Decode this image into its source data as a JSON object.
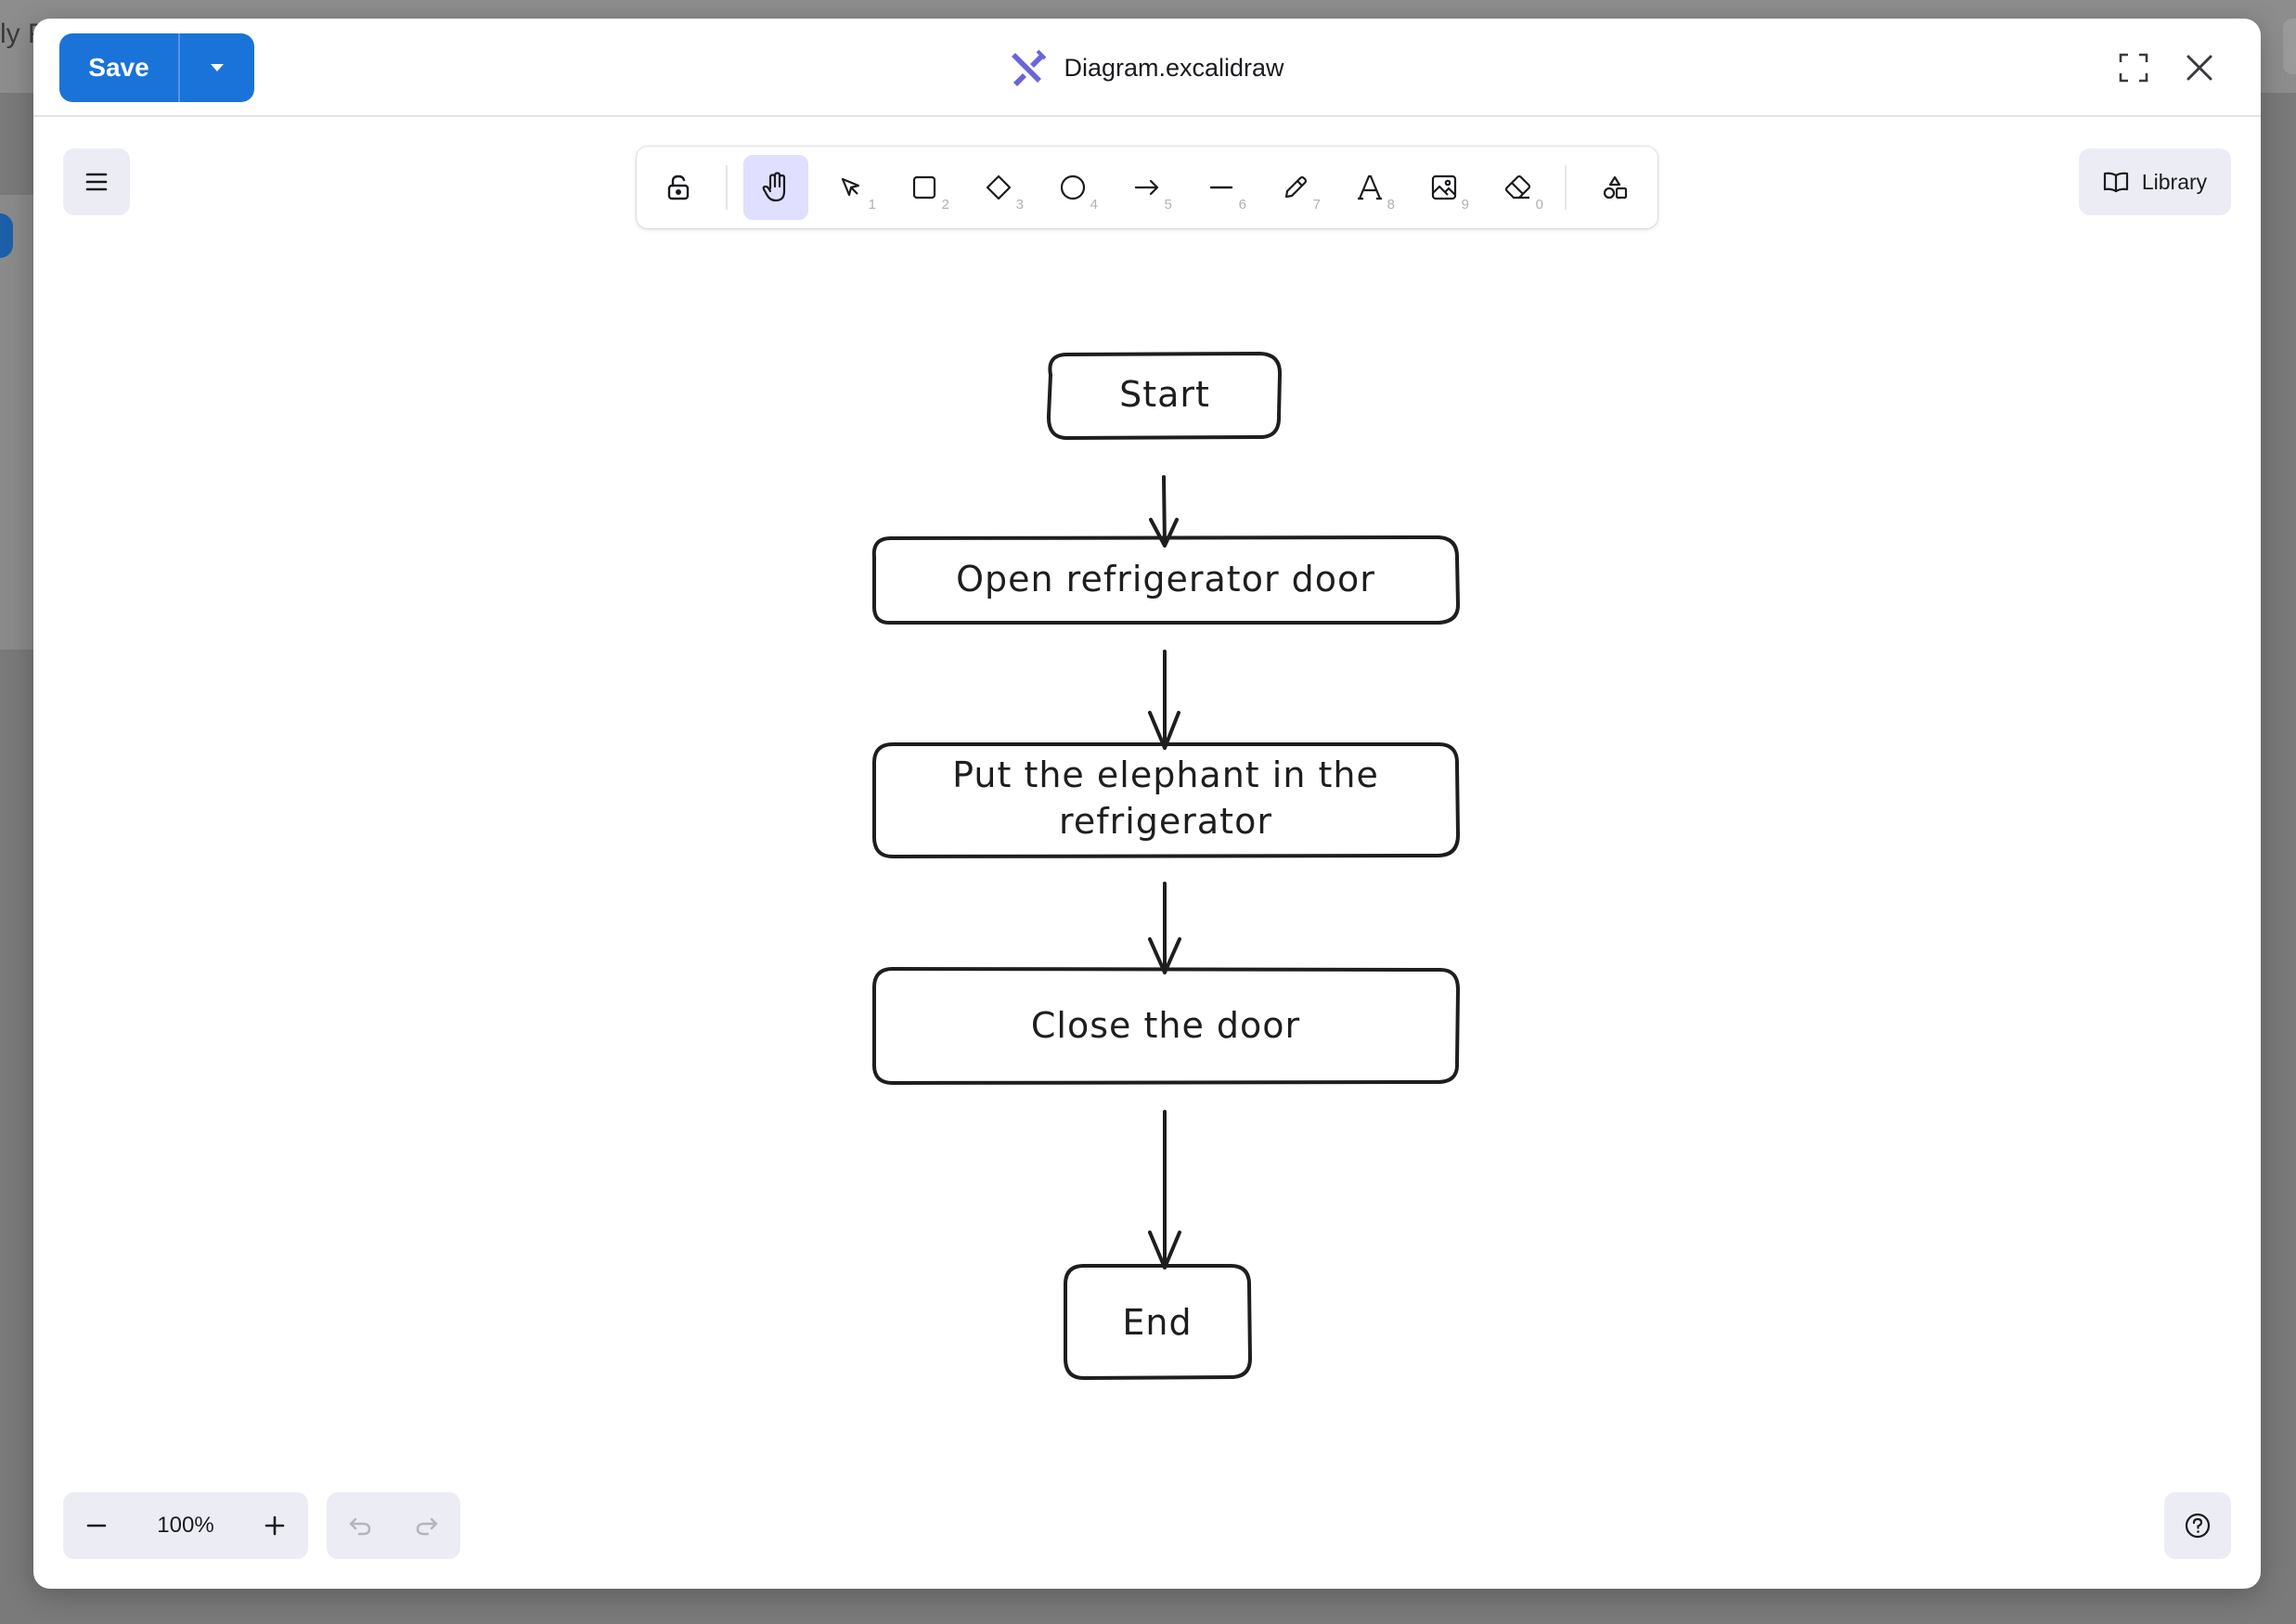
{
  "background": {
    "partial_text": "ly F"
  },
  "header": {
    "save_label": "Save",
    "file_title": "Diagram.excalidraw"
  },
  "toolbar": {
    "tools": [
      {
        "name": "hand",
        "key": ""
      },
      {
        "name": "selection",
        "key": "1"
      },
      {
        "name": "rectangle",
        "key": "2"
      },
      {
        "name": "diamond",
        "key": "3"
      },
      {
        "name": "ellipse",
        "key": "4"
      },
      {
        "name": "arrow",
        "key": "5"
      },
      {
        "name": "line",
        "key": "6"
      },
      {
        "name": "draw",
        "key": "7"
      },
      {
        "name": "text",
        "key": "8"
      },
      {
        "name": "image",
        "key": "9"
      },
      {
        "name": "eraser",
        "key": "0"
      }
    ],
    "active_tool": "hand",
    "library_label": "Library"
  },
  "diagram": {
    "nodes": [
      {
        "id": "start",
        "lines": [
          "Start"
        ]
      },
      {
        "id": "open",
        "lines": [
          "Open refrigerator door"
        ]
      },
      {
        "id": "put",
        "lines": [
          "Put the elephant in the",
          "refrigerator"
        ]
      },
      {
        "id": "close",
        "lines": [
          "Close the door"
        ]
      },
      {
        "id": "end",
        "lines": [
          "End"
        ]
      }
    ],
    "edges": [
      {
        "from": "start",
        "to": "open"
      },
      {
        "from": "open",
        "to": "put"
      },
      {
        "from": "put",
        "to": "close"
      },
      {
        "from": "close",
        "to": "end"
      }
    ]
  },
  "footer": {
    "zoom_level": "100%"
  },
  "colors": {
    "accent": "#1a73d9",
    "active_tool_bg": "#e0dfff",
    "stroke": "#1e1e1e"
  }
}
